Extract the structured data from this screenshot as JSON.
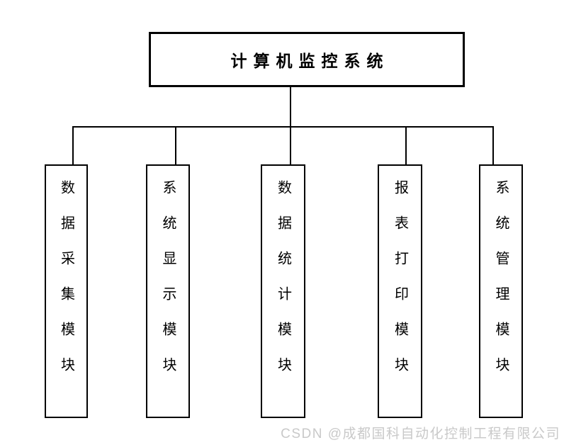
{
  "diagram": {
    "title": "计算机监控系统",
    "root": {
      "label": "计算机监控系统"
    },
    "modules": [
      {
        "label": "数据采集模块"
      },
      {
        "label": "系统显示模块"
      },
      {
        "label": "数据统计模块"
      },
      {
        "label": "报表打印模块"
      },
      {
        "label": "系统管理模块"
      }
    ],
    "watermark": "CSDN @成都国科自动化控制工程有限公司",
    "colors": {
      "line": "#000000",
      "box_border": "#000000",
      "background": "#ffffff",
      "watermark_text": "#c9c9c9"
    }
  }
}
